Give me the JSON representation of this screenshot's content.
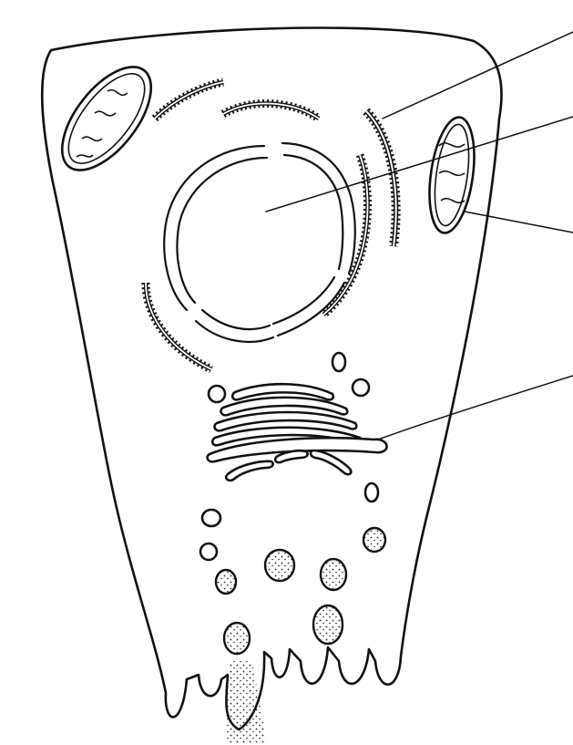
{
  "diagram": {
    "type": "unlabeled-cell-diagram",
    "colors": {
      "ink": "#111111",
      "background": "#ffffff"
    },
    "structures": [
      "plasma-membrane",
      "nucleus",
      "nuclear-envelope",
      "rough-endoplasmic-reticulum",
      "mitochondrion",
      "golgi-apparatus",
      "vesicle",
      "secretory-granule",
      "microvilli"
    ],
    "leader_line_count": 4
  }
}
